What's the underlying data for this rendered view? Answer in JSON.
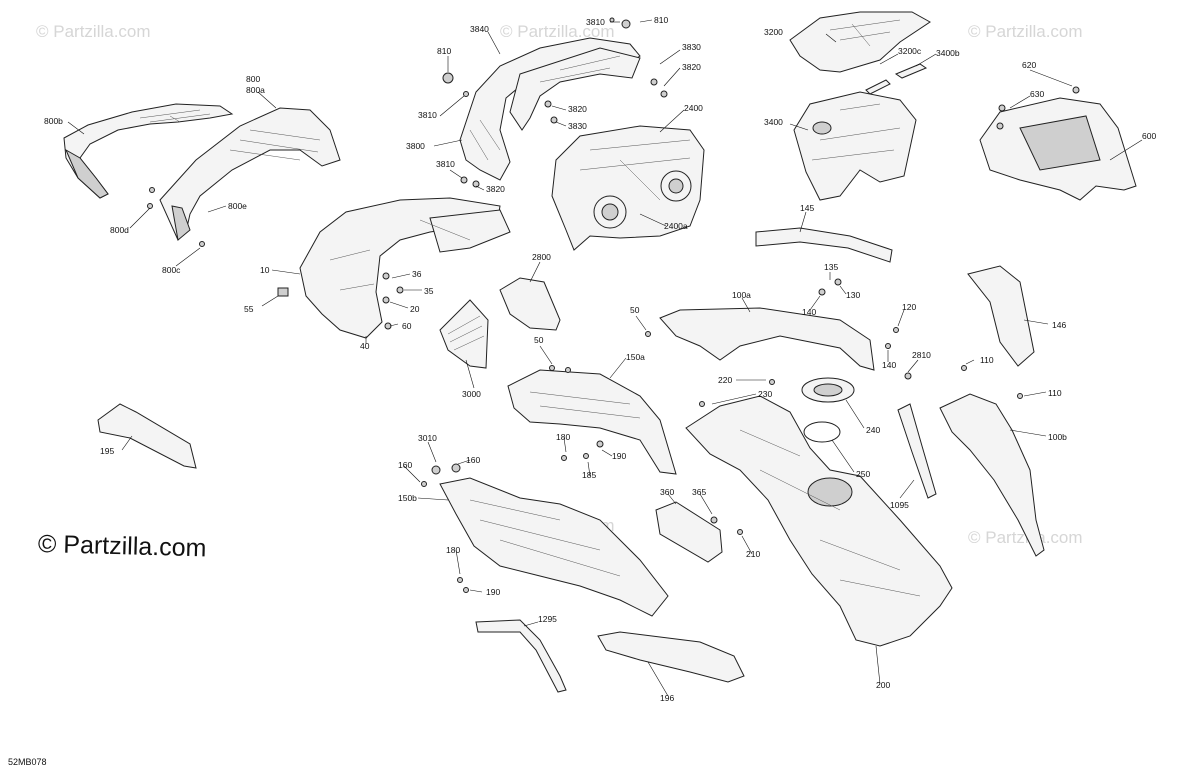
{
  "watermark_text": "© Partzilla.com",
  "copyright_text": "© Partzilla.com",
  "diagram_code": "52MB078",
  "callouts": {
    "p800": "800",
    "p800a": "800a",
    "p800b": "800b",
    "p800d": "800d",
    "p800e": "800e",
    "p800c": "800c",
    "p3840": "3840",
    "p3810a": "3810",
    "p810a": "810",
    "p810b": "810",
    "p3830a": "3830",
    "p3820a": "3820",
    "p3810b": "3810",
    "p3820b": "3820",
    "p3830b": "3830",
    "p3800": "3800",
    "p3810c": "3810",
    "p3820c": "3820",
    "p2400": "2400",
    "p2400a": "2400a",
    "p3200": "3200",
    "p3200c": "3200c",
    "p3400b": "3400b",
    "p3400": "3400",
    "p620": "620",
    "p630": "630",
    "p600": "600",
    "p10": "10",
    "p36": "36",
    "p35": "35",
    "p55": "55",
    "p20": "20",
    "p60": "60",
    "p40": "40",
    "p2800": "2800",
    "p3000": "3000",
    "p145": "145",
    "p135": "135",
    "p130": "130",
    "p140a": "140",
    "p100a": "100a",
    "p50a": "50",
    "p120": "120",
    "p140b": "140",
    "p2810": "2810",
    "p110a": "110",
    "p110b": "110",
    "p146": "146",
    "p50b": "50",
    "p150a": "150a",
    "p220": "220",
    "p230": "230",
    "p240": "240",
    "p250": "250",
    "p100b": "100b",
    "p1095": "1095",
    "p195": "195",
    "p3010": "3010",
    "p160a": "160",
    "p160b": "160",
    "p150b": "150b",
    "p180a": "180",
    "p190a": "190",
    "p185": "185",
    "p360": "360",
    "p365": "365",
    "p210": "210",
    "p180b": "180",
    "p190b": "190",
    "p1295": "1295",
    "p196": "196",
    "p200": "200"
  }
}
